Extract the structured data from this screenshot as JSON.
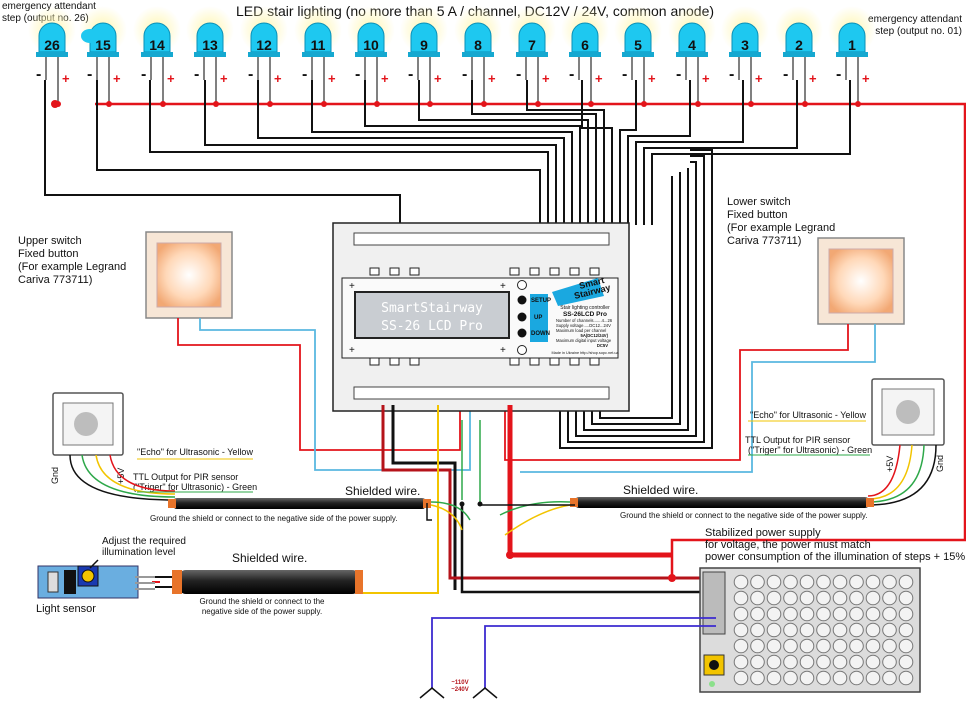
{
  "title": "LED stair lighting (no more than   5 A / channel, DC12V / 24V, common anode)",
  "emergency_top_left": [
    "emergency attendant",
    "step (output no. 26)"
  ],
  "emergency_top_right": [
    "emergency attendant",
    "step (output no. 01)"
  ],
  "leds": [
    "26",
    "15",
    "14",
    "13",
    "12",
    "11",
    "10",
    "9",
    "8",
    "7",
    "6",
    "5",
    "4",
    "3",
    "2",
    "1"
  ],
  "polarity": {
    "minus": "-",
    "plus": "+"
  },
  "upper_switch": [
    "Upper switch",
    "Fixed button",
    "(For example Legrand",
    "Cariva 773711)"
  ],
  "lower_switch": [
    "Lower switch",
    "Fixed button",
    "(For example Legrand",
    "Cariva 773711)"
  ],
  "controller": {
    "lcd_line1": "SmartStairway",
    "lcd_line2": "SS-26 LCD Pro",
    "btn_setup": "SETUP",
    "btn_up": "UP",
    "btn_down": "DOWN",
    "logo_line1": "Smart",
    "logo_line2": "Stairway",
    "info_title": "Stair lighting controller",
    "info_model": "SS-26LCD Pro",
    "info_rows": [
      "Number of channels.......4...26",
      "Supply voltage.....DC12...24V",
      "Maximum load per channel",
      "5A(DC12/24V)",
      "Maximum digital input voltage",
      "DC5V"
    ],
    "made_in": "Made in Ukraine http://shop.sopc.net.ua"
  },
  "sensor_left": {
    "gnd": "Gnd",
    "plus5v": "+5V",
    "echo": "\"Echo\" for Ultrasonic - Yellow",
    "ttl1": "TTL Output for PIR sensor",
    "ttl2": "(\"Triger\" for Ultrasonic) - Green"
  },
  "sensor_right": {
    "gnd": "Gnd",
    "plus5v": "+5V",
    "echo": "\"Echo\" for Ultrasonic - Yellow",
    "ttl1": "TTL Output for PIR sensor",
    "ttl2": "(\"Triger\" for Ultrasonic) - Green"
  },
  "shielded_wire": "Shielded wire.",
  "ground_note": "Ground the shield or connect to the negative side of the power supply.",
  "ground_note_light": [
    "Ground the shield or connect to the",
    "negative side of the power supply."
  ],
  "light_sensor": {
    "label": "Light sensor",
    "adjust": [
      "Adjust the required",
      "illumination level"
    ]
  },
  "power_supply": [
    "Stabilized power supply",
    "for voltage, the power must match",
    "power consumption of the illumination of steps + 15%"
  ],
  "mains": [
    "~110V",
    "~240V"
  ],
  "colors": {
    "wire_red": "#e3141b",
    "led_cyan": "#1ec8f0",
    "led_glow": "#fff3a6",
    "lcd_bg": "#c9cdd2",
    "label_blue": "#1aa8e0",
    "wire_yellow": "#f2c400",
    "wire_green": "#2ea84a",
    "wire_blue": "#5ab8e0",
    "wire_purple": "#3c2bd0"
  }
}
